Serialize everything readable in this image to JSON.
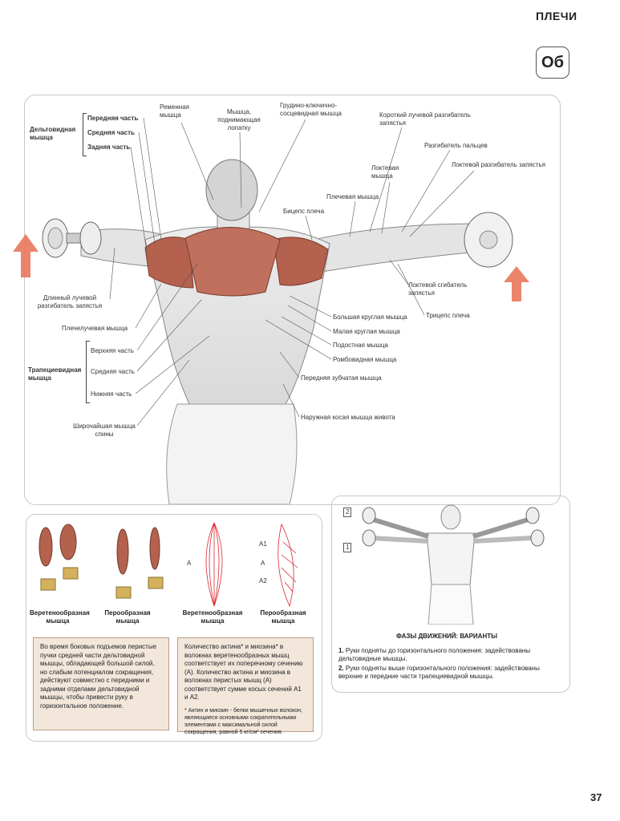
{
  "header": {
    "title": "ПЛЕЧИ",
    "badge": "Об"
  },
  "figure": {
    "deltoid_group": {
      "title": "Дельтовидная мышца",
      "parts": [
        "Передняя часть",
        "Средняя часть",
        "Задняя часть"
      ]
    },
    "trapezius_group": {
      "title": "Трапециевидная мышца",
      "parts": [
        "Верхняя часть",
        "Средняя часть",
        "Нижняя часть"
      ]
    },
    "labels": {
      "splenius": "Ременная мышца",
      "levator_scapulae": "Мышца, поднимающая лопатку",
      "sternocleidomastoid": "Грудино-ключично-сосцевидная мышца",
      "ecrb": "Короткий лучевой разгибатель запястья",
      "finger_extensor": "Разгибатель пальцев",
      "ecu": "Локтевой разгибатель запястья",
      "anconeus": "Локтевая мышца",
      "brachialis": "Плечевая мышца",
      "biceps": "Бицепс плеча",
      "fcu": "Локтевой сгибатель запястья",
      "triceps": "Трицепс плеча",
      "ecrl": "Длинный лучевой разгибатель запястья",
      "brachioradialis": "Плечелучевая мышца",
      "teres_major": "Большая круглая мышца",
      "teres_minor": "Малая круглая мышца",
      "infraspinatus": "Подостная мышца",
      "rhomboid": "Ромбовидная мышца",
      "serratus": "Передняя зубчатая мышца",
      "oblique": "Наружная косая мышца живота",
      "latissimus": "Широчайшая мышца спины"
    }
  },
  "fiber_panel": {
    "captions": [
      "Веретенообразная мышца",
      "Перообразная мышца",
      "Веретенообразная мышца",
      "Перообразная мышца"
    ],
    "diagram_labels": {
      "a_left": "A",
      "a1": "A1",
      "a_right": "A",
      "a2": "A2"
    },
    "text_left": "Во время боковых подъемов перистые пучки средней части дельтовидной мышцы, обладающей большой силой, но слабым потенциалом сокращения, действуют совместно с передними и задними отделами дельтовидной мышцы, чтобы привести руку в горизонтальное положение.",
    "text_right": "Количество актина* и миозина* в волокнах веретенообразных мышц соответствует их поперечному сечению (A). Количество актина и миозина в волокнах перистых мышц (A) соответствует сумме косых сечений A1 и A2.",
    "footnote": "* Актин и миозин - белки мышечных волокон, являющиеся основными сократительными элементами с максимальной силой сокращения, равной 5 кг/см² сечения."
  },
  "phases_panel": {
    "markers": [
      "2",
      "1"
    ],
    "title": "ФАЗЫ ДВИЖЕНИЙ: ВАРИАНТЫ",
    "items": [
      {
        "num": "1.",
        "text": "Руки подняты до горизонтального положения: задействованы дельтовидные мышцы."
      },
      {
        "num": "2.",
        "text": "Руки подняты выше горизонтального положения: задействованы верхние и передние части трапециевидной мышцы."
      }
    ]
  },
  "page_number": "37",
  "colors": {
    "muscle": "#b4614e",
    "arrow": "#e9775a",
    "box_bg": "#f3e7dc",
    "fiber": "#d8262e"
  }
}
